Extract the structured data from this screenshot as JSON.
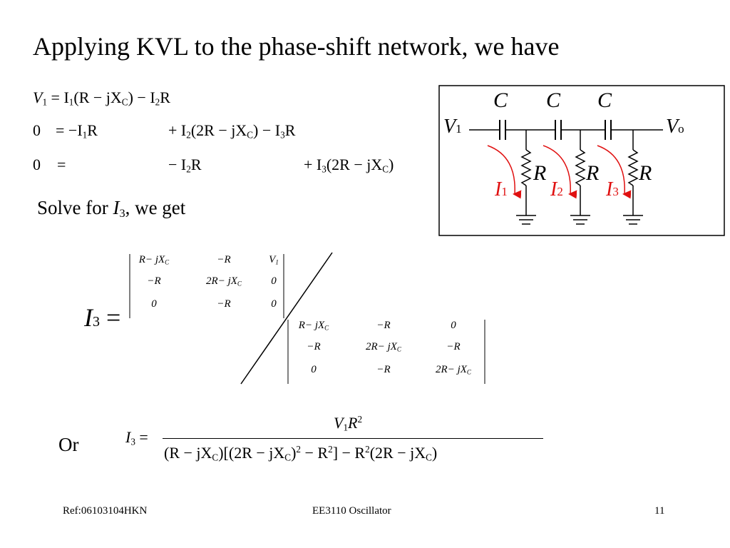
{
  "slide": {
    "title": "Applying KVL to the phase-shift network, we have",
    "solve_text": "Solve for",
    "solve_var": "I",
    "solve_sub": "3",
    "solve_tail": ", we get",
    "or_text": "Or"
  },
  "equations": {
    "eq1_lhs": "V",
    "eq1_lhs_sub": "1",
    "eq1_rhs_a": "= I",
    "eq1_rhs_a_sub": "1",
    "eq1_rhs_b": "(R − jX",
    "eq1_rhs_b_sub": "C",
    "eq1_rhs_c": ") − I",
    "eq1_rhs_c_sub": "2",
    "eq1_rhs_d": "R",
    "eq2_lhs": "0",
    "eq2_a": "= −I",
    "eq2_a_sub": "1",
    "eq2_a_tail": "R",
    "eq2_b": "+ I",
    "eq2_b_sub": "2",
    "eq2_b_mid": "(2R − jX",
    "eq2_b_mid_sub": "C",
    "eq2_b_tail": ") − I",
    "eq2_b_tail_sub": "3",
    "eq2_b_end": "R",
    "eq3_lhs": "0",
    "eq3_a": "=",
    "eq3_b": "− I",
    "eq3_b_sub": "2",
    "eq3_b_tail": "R",
    "eq3_c": "+ I",
    "eq3_c_sub": "3",
    "eq3_c_mid": "(2R − jX",
    "eq3_c_mid_sub": "C",
    "eq3_c_end": ")"
  },
  "circuit": {
    "cap_label": "C",
    "res_label": "R",
    "v_in": "V",
    "v_in_sub": "1",
    "v_out": "V",
    "v_out_sub": "o",
    "currents": [
      {
        "label": "I",
        "sub": "1"
      },
      {
        "label": "I",
        "sub": "2"
      },
      {
        "label": "I",
        "sub": "3"
      }
    ],
    "current_color": "#e01010"
  },
  "determinant": {
    "lhs": "I",
    "lhs_sub": "3",
    "eq_sign": "=",
    "numerator": [
      [
        "R− jX_C",
        "−R",
        "V_1"
      ],
      [
        "−R",
        "2R− jX_C",
        "0"
      ],
      [
        "0",
        "−R",
        "0"
      ]
    ],
    "denominator": [
      [
        "R− jX_C",
        "−R",
        "0"
      ],
      [
        "−R",
        "2R− jX_C",
        "−R"
      ],
      [
        "0",
        "−R",
        "2R− jX_C"
      ]
    ]
  },
  "final": {
    "lhs": "I",
    "lhs_sub": "3",
    "eq": "=",
    "num": "V",
    "num_sub": "1",
    "num_tail": "R",
    "num_sup": "2",
    "den": "(R − jX_C)[(2R − jX_C)^2 − R^2] − R^2(2R − jX_C)"
  },
  "footer": {
    "left": "Ref:06103104HKN",
    "center": "EE3110 Oscillator",
    "page": "11"
  }
}
